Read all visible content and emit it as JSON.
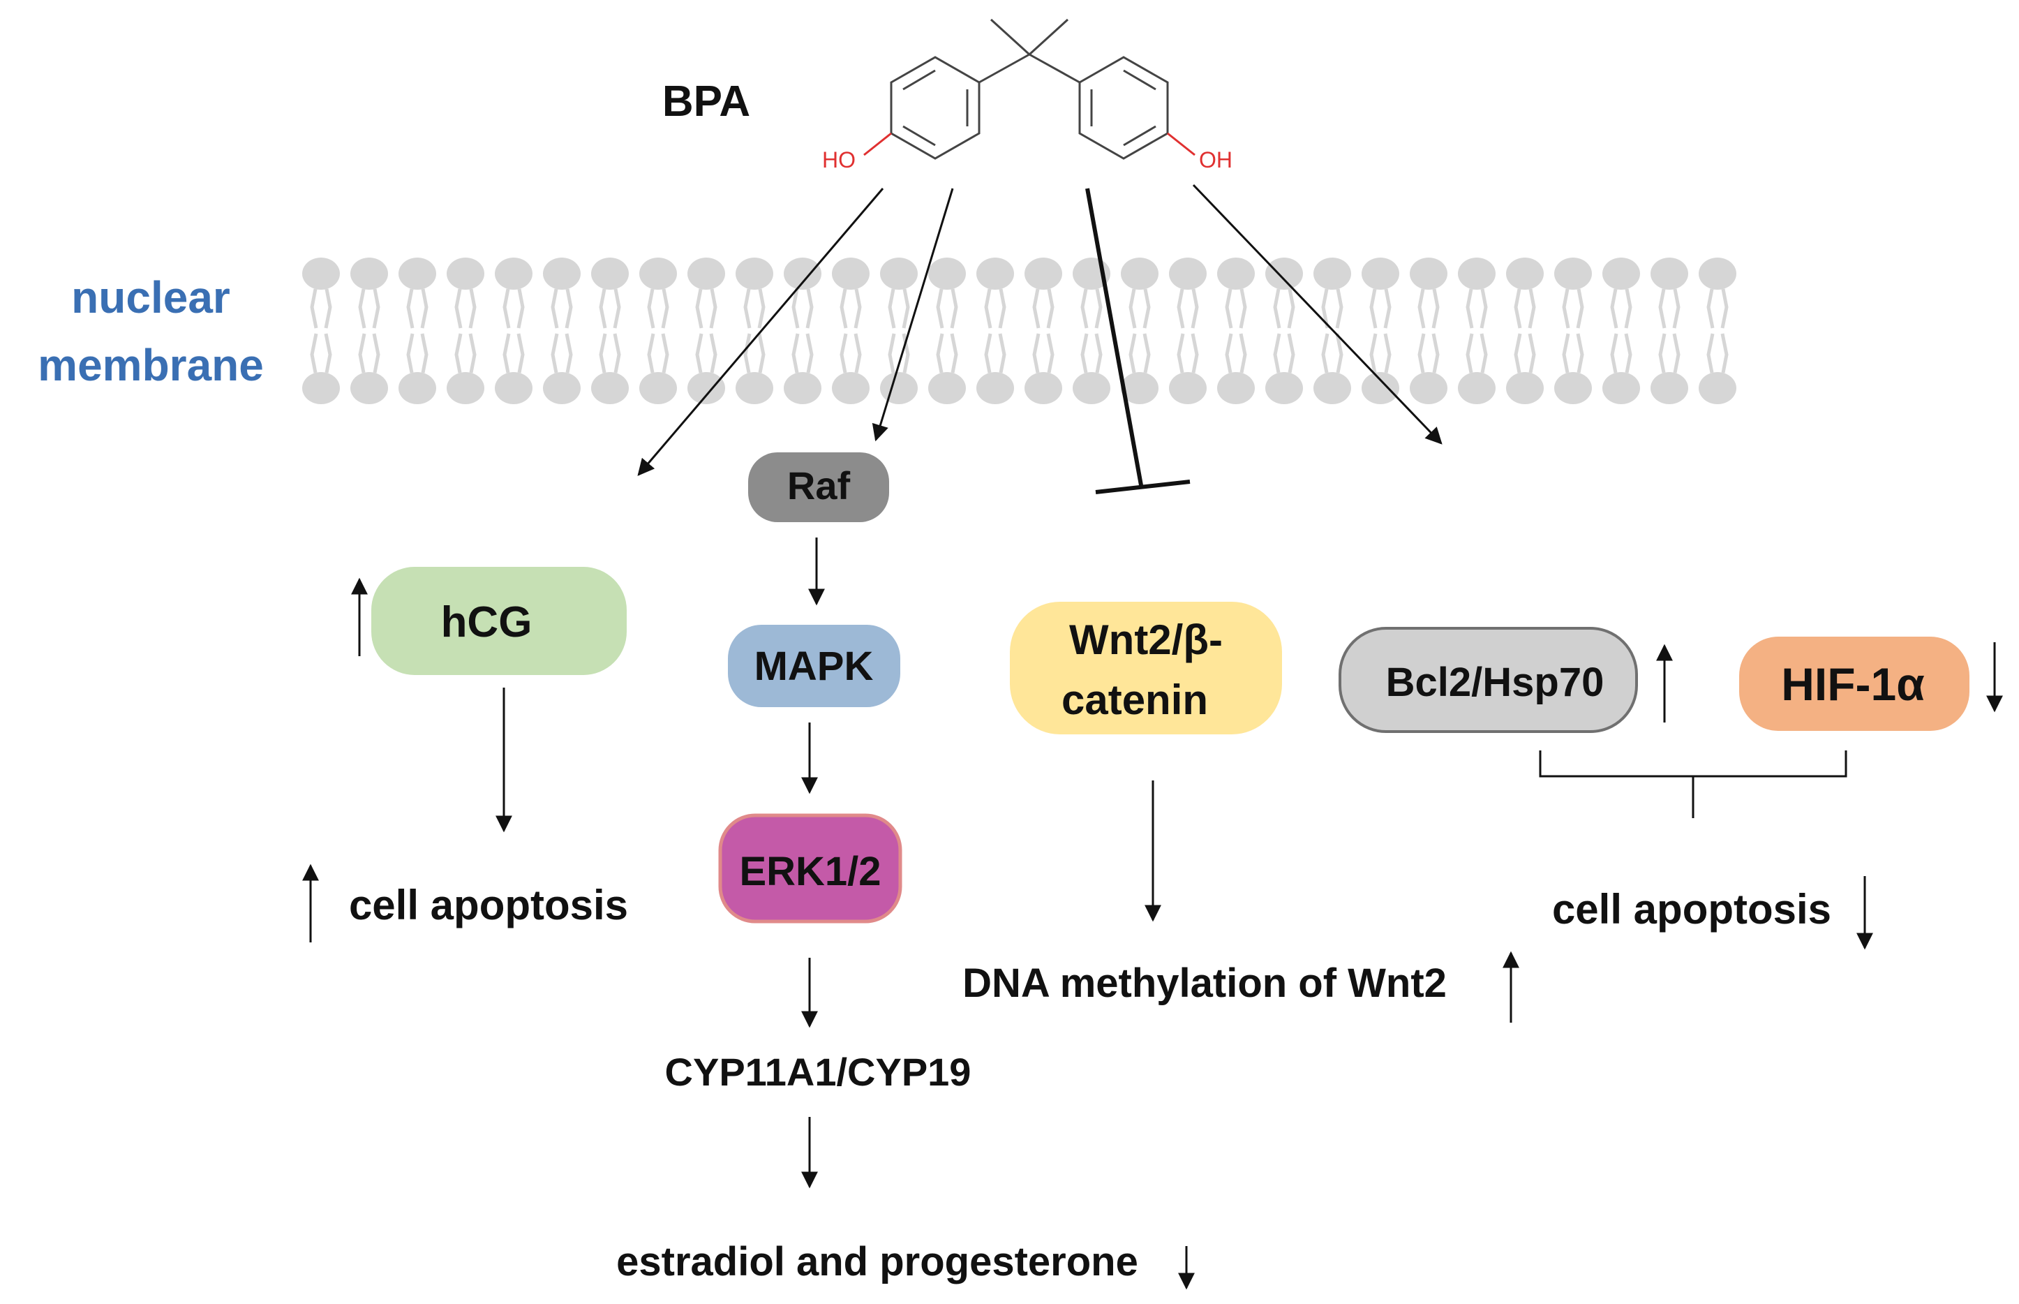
{
  "molecule": {
    "name": "BPA",
    "left_group": "HO",
    "right_group": "OH"
  },
  "membrane": {
    "line1": "nuclear",
    "line2": "membrane",
    "label_color": "#3a6fb3",
    "lipid_color": "#d6d6d6"
  },
  "nodes": {
    "raf": {
      "label": "Raf",
      "color": "#8c8c8c"
    },
    "hcg": {
      "label": "hCG",
      "color": "#c6e0b4"
    },
    "mapk": {
      "label": "MAPK",
      "color": "#9db9d6"
    },
    "erk": {
      "label": "ERK1/2",
      "color": "#c45aa8",
      "border": "#e08a8a"
    },
    "wnt": {
      "line1": "Wnt2/β-",
      "line2": "catenin",
      "color": "#ffe699"
    },
    "bcl2": {
      "label": "Bcl2/Hsp70",
      "color": "#d0d0d0",
      "border": "#707070"
    },
    "hif": {
      "label": "HIF-1α",
      "color": "#f4b183"
    }
  },
  "outcomes": {
    "apoptosis_left": "cell apoptosis",
    "cyp": "CYP11A1/CYP19",
    "estradiol": "estradiol and progesterone",
    "dna": "DNA methylation of Wnt2",
    "apoptosis_right": "cell apoptosis"
  }
}
